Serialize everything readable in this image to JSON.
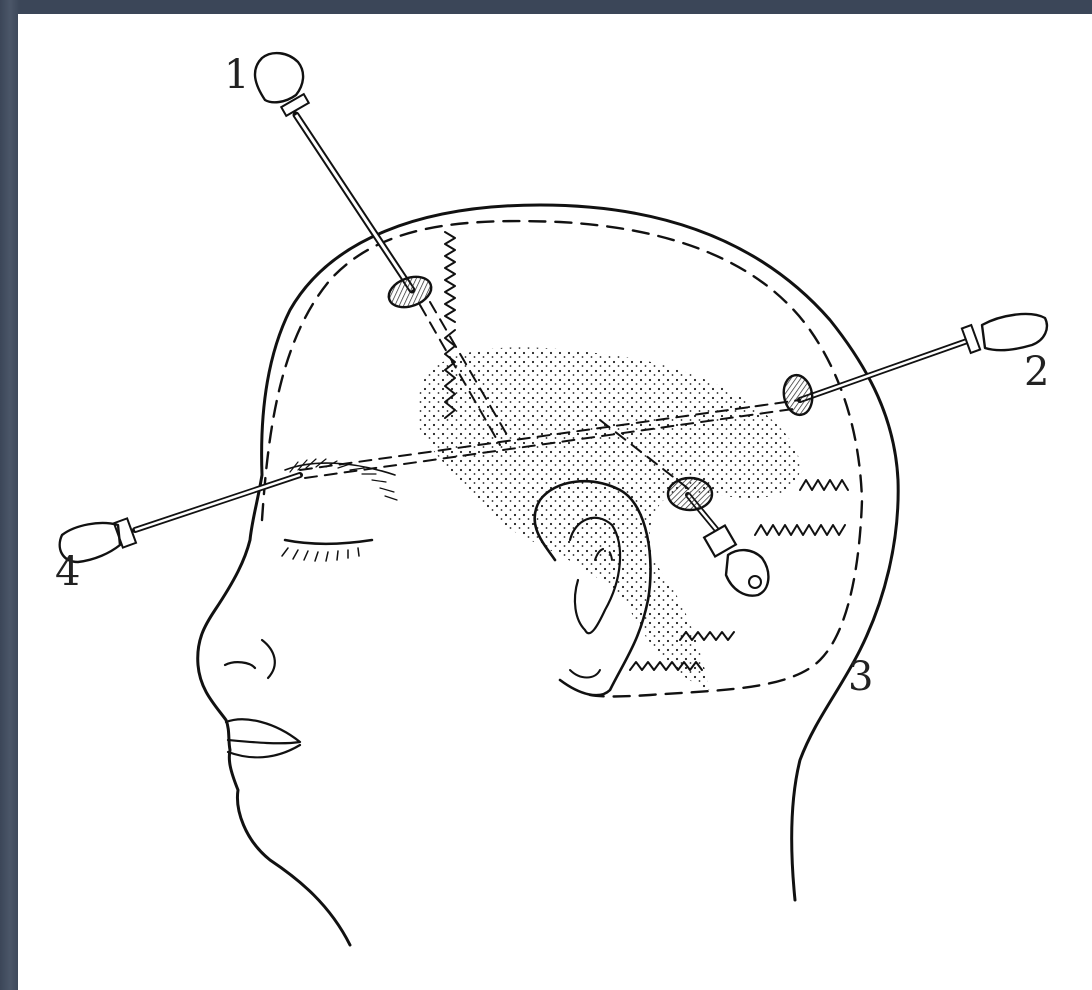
{
  "labels": {
    "one": "1",
    "two": "2",
    "three": "3",
    "four": "4"
  },
  "colors": {
    "background": "#3a4556",
    "paper": "#ffffff",
    "ink": "#111111"
  }
}
